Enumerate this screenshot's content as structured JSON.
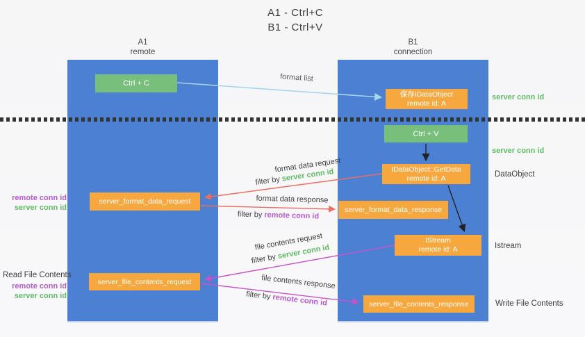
{
  "colors": {
    "background": "#f7f7f8",
    "lane_blue": "#4b80d3",
    "node_green": "#77bf7a",
    "node_orange": "#f6a83f",
    "label_green": "#61bb66",
    "label_purple": "#b659cf",
    "arrow_lightblue": "#a6d5ee",
    "arrow_salmon": "#ed6d5f",
    "arrow_magenta": "#c853c8",
    "arrow_black": "#222222",
    "text_dark": "#3f3f3f"
  },
  "title": {
    "line1": "A1 - Ctrl+C",
    "line2": "B1 - Ctrl+V"
  },
  "lanes": {
    "a1": {
      "name": "A1",
      "subtitle": "remote"
    },
    "b1": {
      "name": "B1",
      "subtitle": "connection"
    }
  },
  "nodes": {
    "ctrl_c": {
      "label": "Ctrl + C"
    },
    "ctrl_v": {
      "label": "Ctrl + V"
    },
    "save_idataobject": {
      "line1": "保存IDataObject",
      "line2": "remote id: A"
    },
    "getdata": {
      "line1": "IDataObject::GetData",
      "line2": "remote id: A"
    },
    "istream": {
      "line1": "IStream",
      "line2": "remote id: A"
    },
    "format_request": {
      "label": "server_format_data_request"
    },
    "format_response": {
      "label": "server_format_data_response"
    },
    "file_request": {
      "label": "server_file_contents_request"
    },
    "file_response": {
      "label": "server_file_contents_response"
    }
  },
  "side_labels": {
    "server_conn_id_top": "server conn id",
    "server_conn_id_mid": "server conn id",
    "dataobject": "DataObject",
    "istream": "Istream",
    "write_file_contents": "Write File Contents",
    "read_file_contents": "Read File Contents",
    "left_remote_conn_id_1": "remote conn id",
    "left_server_conn_id_1": "server conn id",
    "left_remote_conn_id_2": "remote conn id",
    "left_server_conn_id_2": "server conn id"
  },
  "arrow_labels": {
    "format_list": "format list",
    "format_data_request": "format data request",
    "format_data_response": "format data response",
    "file_contents_request": "file contents request",
    "file_contents_response": "file contents response",
    "filter_by": "filter by ",
    "filter_server_1": "server conn id",
    "filter_remote_1": "remote conn id",
    "filter_server_2": "server conn id",
    "filter_remote_2": "remote conn id"
  }
}
